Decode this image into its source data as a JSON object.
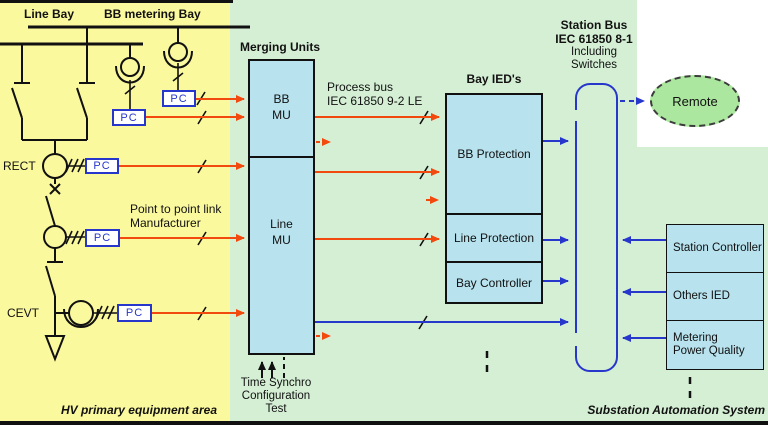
{
  "hv": {
    "area_title": "HV primary equipment area",
    "line_bay": "Line Bay",
    "bb_metering_bay": "BB metering Bay",
    "rect": "RECT",
    "cevt": "CEVT",
    "pc": "PC",
    "p2p_line1": "Point to point link",
    "p2p_line2": "Manufacturer"
  },
  "mu": {
    "title": "Merging Units",
    "bb_line1": "BB",
    "bb_line2": "MU",
    "line_line1": "Line",
    "line_line2": "MU",
    "process_line1": "Process bus",
    "process_line2": "IEC 61850 9-2 LE",
    "inputs_line1": "Time Synchro",
    "inputs_line2": "Configuration",
    "inputs_line3": "Test"
  },
  "bay": {
    "title": "Bay IED's",
    "bb_protection": "BB Protection",
    "line_protection": "Line Protection",
    "bay_controller": "Bay Controller"
  },
  "bus": {
    "line1": "Station Bus",
    "line2": "IEC 61850 8-1",
    "line3": "Including",
    "line4": "Switches"
  },
  "remote": {
    "label": "Remote"
  },
  "sas": {
    "title": "Substation Automation System",
    "station_controller": "Station Controller",
    "others_ied": "Others IED",
    "metering_line1": "Metering",
    "metering_line2": "Power Quality"
  },
  "colors": {
    "hv_area_bg": "#fbf99d",
    "system_bg": "#d5efd5",
    "device_fill": "#b7e2ee",
    "remote_fill": "#abe79e",
    "process_signal_red": "#f24a0e",
    "station_network_blue": "#2737cb",
    "pc_accent_blue": "#2737cb"
  }
}
